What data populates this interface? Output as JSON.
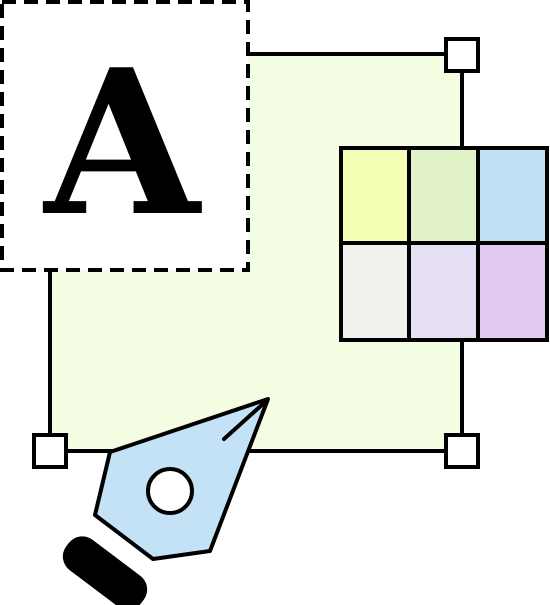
{
  "icon": {
    "name": "graphic-design-icon",
    "letter": "A",
    "colors": {
      "outline": "#000000",
      "canvas_fill": "#f3fde1",
      "background": "#ffffff",
      "pen_nib": "#c3e2f6",
      "pen_hole": "#ffffff",
      "pen_cap": "#000000"
    },
    "palette": [
      {
        "name": "yellow",
        "color": "#f5feb5"
      },
      {
        "name": "green",
        "color": "#e1f1c8"
      },
      {
        "name": "blue",
        "color": "#c2e0f3"
      },
      {
        "name": "gray",
        "color": "#f0f2ed"
      },
      {
        "name": "lavender",
        "color": "#e6def3"
      },
      {
        "name": "purple",
        "color": "#e1c9ef"
      }
    ]
  }
}
